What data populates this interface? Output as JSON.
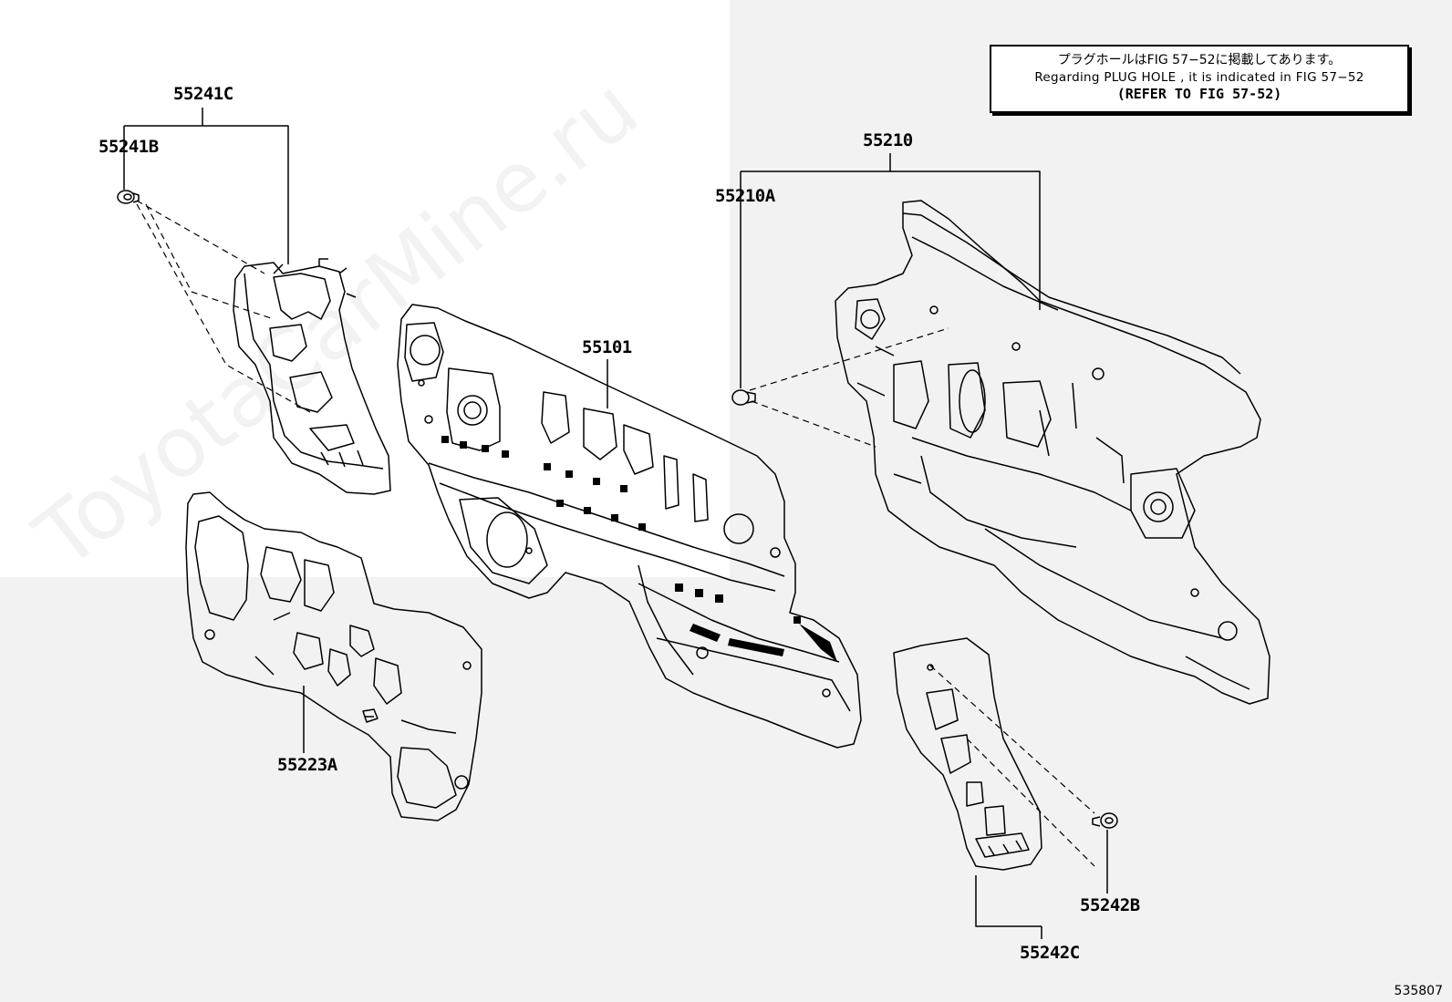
{
  "diagram_id": "535807",
  "note": {
    "line_jp": "プラグホールはFIG 57−52に掲載してあります。",
    "line_en": "Regarding  PLUG  HOLE , it is indicated in FIG  57−52",
    "line_ref": "(REFER TO FIG 57-52)"
  },
  "watermark": "ToyotaCarMine.ru",
  "parts": {
    "p55241C": "55241C",
    "p55241B": "55241B",
    "p55223A": "55223A",
    "p55101": "55101",
    "p55210": "55210",
    "p55210A": "55210A",
    "p55242B": "55242B",
    "p55242C": "55242C"
  }
}
